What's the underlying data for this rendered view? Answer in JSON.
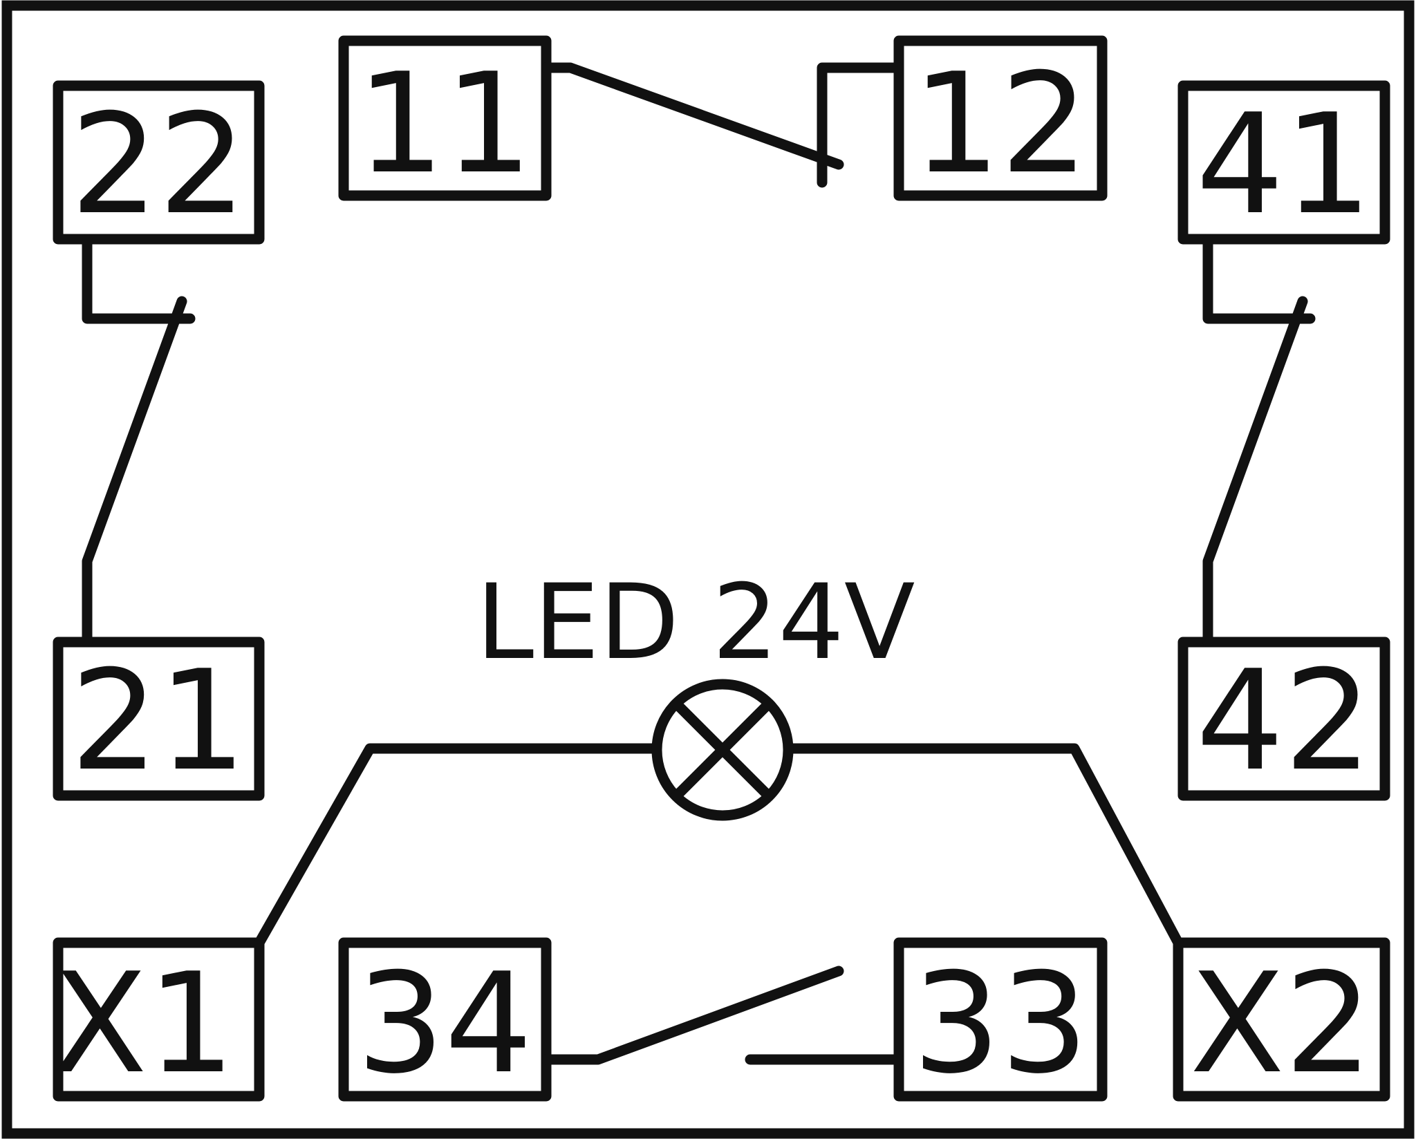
{
  "diagram": {
    "caption": "LED 24V",
    "terminals": {
      "t11": "11",
      "t12": "12",
      "t22": "22",
      "t41": "41",
      "t21": "21",
      "t42": "42",
      "tx1": "X1",
      "t34": "34",
      "t33": "33",
      "tx2": "X2"
    }
  }
}
